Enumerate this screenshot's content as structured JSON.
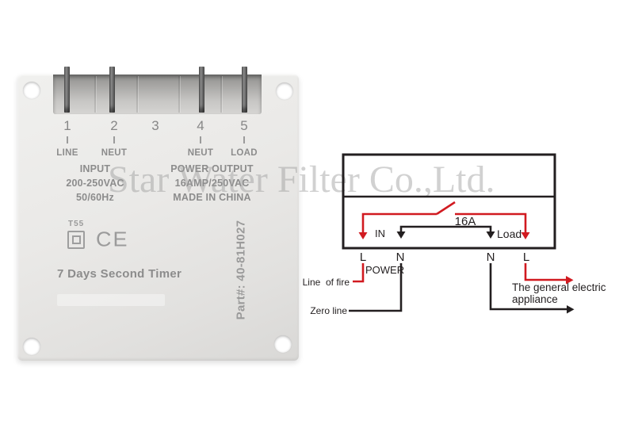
{
  "watermark": "Star Water Filter Co.,Ltd.",
  "device": {
    "terminals": [
      {
        "number": "1",
        "label": "LINE"
      },
      {
        "number": "2",
        "label": "NEUT"
      },
      {
        "number": "3",
        "label": ""
      },
      {
        "number": "4",
        "label": "NEUT"
      },
      {
        "number": "5",
        "label": "LOAD"
      }
    ],
    "input": {
      "title": "INPUT",
      "voltage": "200-250VAC",
      "frequency": "50/60Hz"
    },
    "output": {
      "title": "POWER OUTPUT",
      "rating": "16AMP/250VAC",
      "origin": "MADE IN CHINA"
    },
    "insulation_mark": "T55",
    "ce_mark": "CE",
    "product_name": "7 Days Second Timer",
    "part_number": "Part#: 40-81H027"
  },
  "diagram": {
    "switch_rating": "16A",
    "in_label": "IN",
    "load_label": "Load",
    "terminal_l_in": "L",
    "terminal_n_in": "N",
    "terminal_n_out": "N",
    "terminal_l_out": "L",
    "power_label": "POWER",
    "live_wire_label": "Line  of fire",
    "neutral_wire_label": "Zero line",
    "appliance_label_line1": "The general electric",
    "appliance_label_line2": "appliance",
    "live_color": "#d11a20",
    "wire_color": "#231f20"
  }
}
